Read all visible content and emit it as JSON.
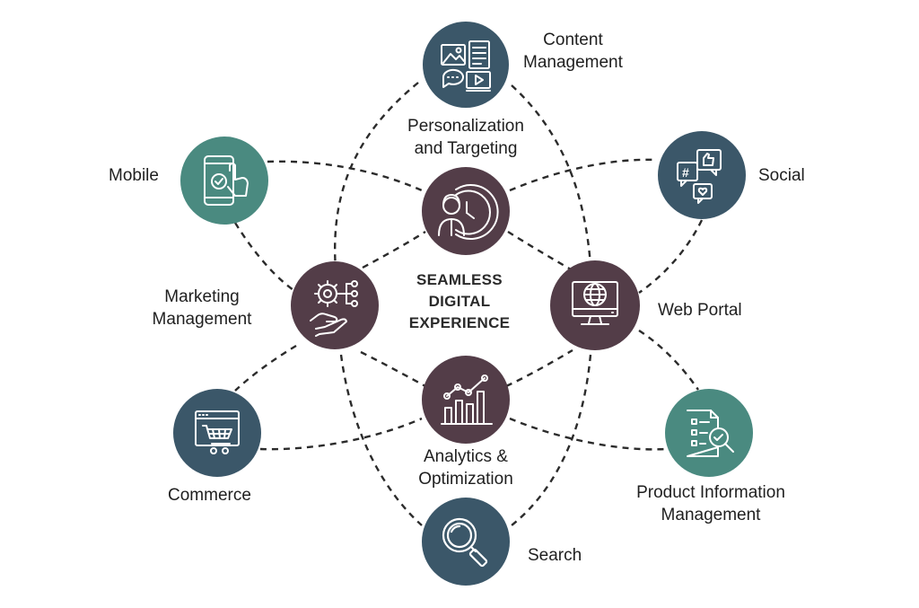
{
  "center": {
    "line1": "SEAMLESS",
    "line2": "DIGITAL",
    "line3": "EXPERIENCE"
  },
  "colors": {
    "inner": "#533d48",
    "blue": "#3b5769",
    "teal": "#4a8a80",
    "line": "#2b2b2b",
    "icon_stroke": "#ffffff"
  },
  "nodes": {
    "content_management": {
      "label_line1": "Content",
      "label_line2": "Management",
      "icon": "content-media-icon"
    },
    "personalization": {
      "label_line1": "Personalization",
      "label_line2": "and Targeting",
      "icon": "user-clock-icon"
    },
    "mobile": {
      "label_line1": "Mobile",
      "icon": "mobile-touch-icon"
    },
    "social": {
      "label_line1": "Social",
      "icon": "social-chat-icon"
    },
    "marketing": {
      "label_line1": "Marketing",
      "label_line2": "Management",
      "icon": "gear-hand-icon"
    },
    "web_portal": {
      "label_line1": "Web Portal",
      "icon": "globe-monitor-icon"
    },
    "commerce": {
      "label_line1": "Commerce",
      "icon": "shopping-cart-icon"
    },
    "analytics": {
      "label_line1": "Analytics &",
      "label_line2": "Optimization",
      "icon": "bar-chart-icon"
    },
    "product_info": {
      "label_line1": "Product Information",
      "label_line2": "Management",
      "icon": "document-search-icon"
    },
    "search": {
      "label_line1": "Search",
      "icon": "magnifier-icon"
    }
  }
}
